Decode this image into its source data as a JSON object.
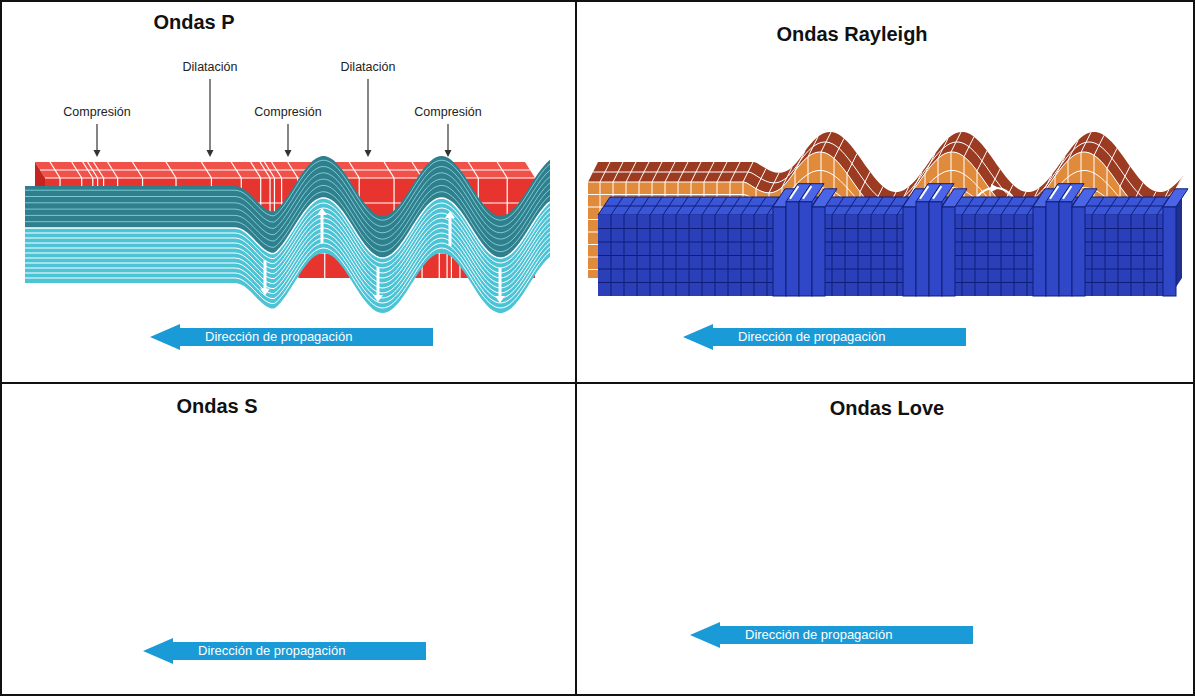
{
  "diagram": {
    "nodes": [
      {
        "text": [
          "Ondas P"
        ]
      },
      {
        "text": [
          "Ondas Rayleigh"
        ]
      },
      {
        "text": [
          "Ondas S"
        ]
      },
      {
        "text": [
          "Ondas Love"
        ]
      },
      {
        "text": [
          "Dirección de propagación"
        ],
        "in": 0
      },
      {
        "text": [
          "Dirección de propagación"
        ],
        "in": 1
      },
      {
        "text": [
          "Dirección de propagación"
        ],
        "in": 2
      },
      {
        "text": [
          "Dirección de propagación"
        ],
        "in": 3
      }
    ],
    "labels": [
      "Compresión",
      "Dilatación",
      "Compresión",
      "Dilatación",
      "Compresión"
    ]
  }
}
